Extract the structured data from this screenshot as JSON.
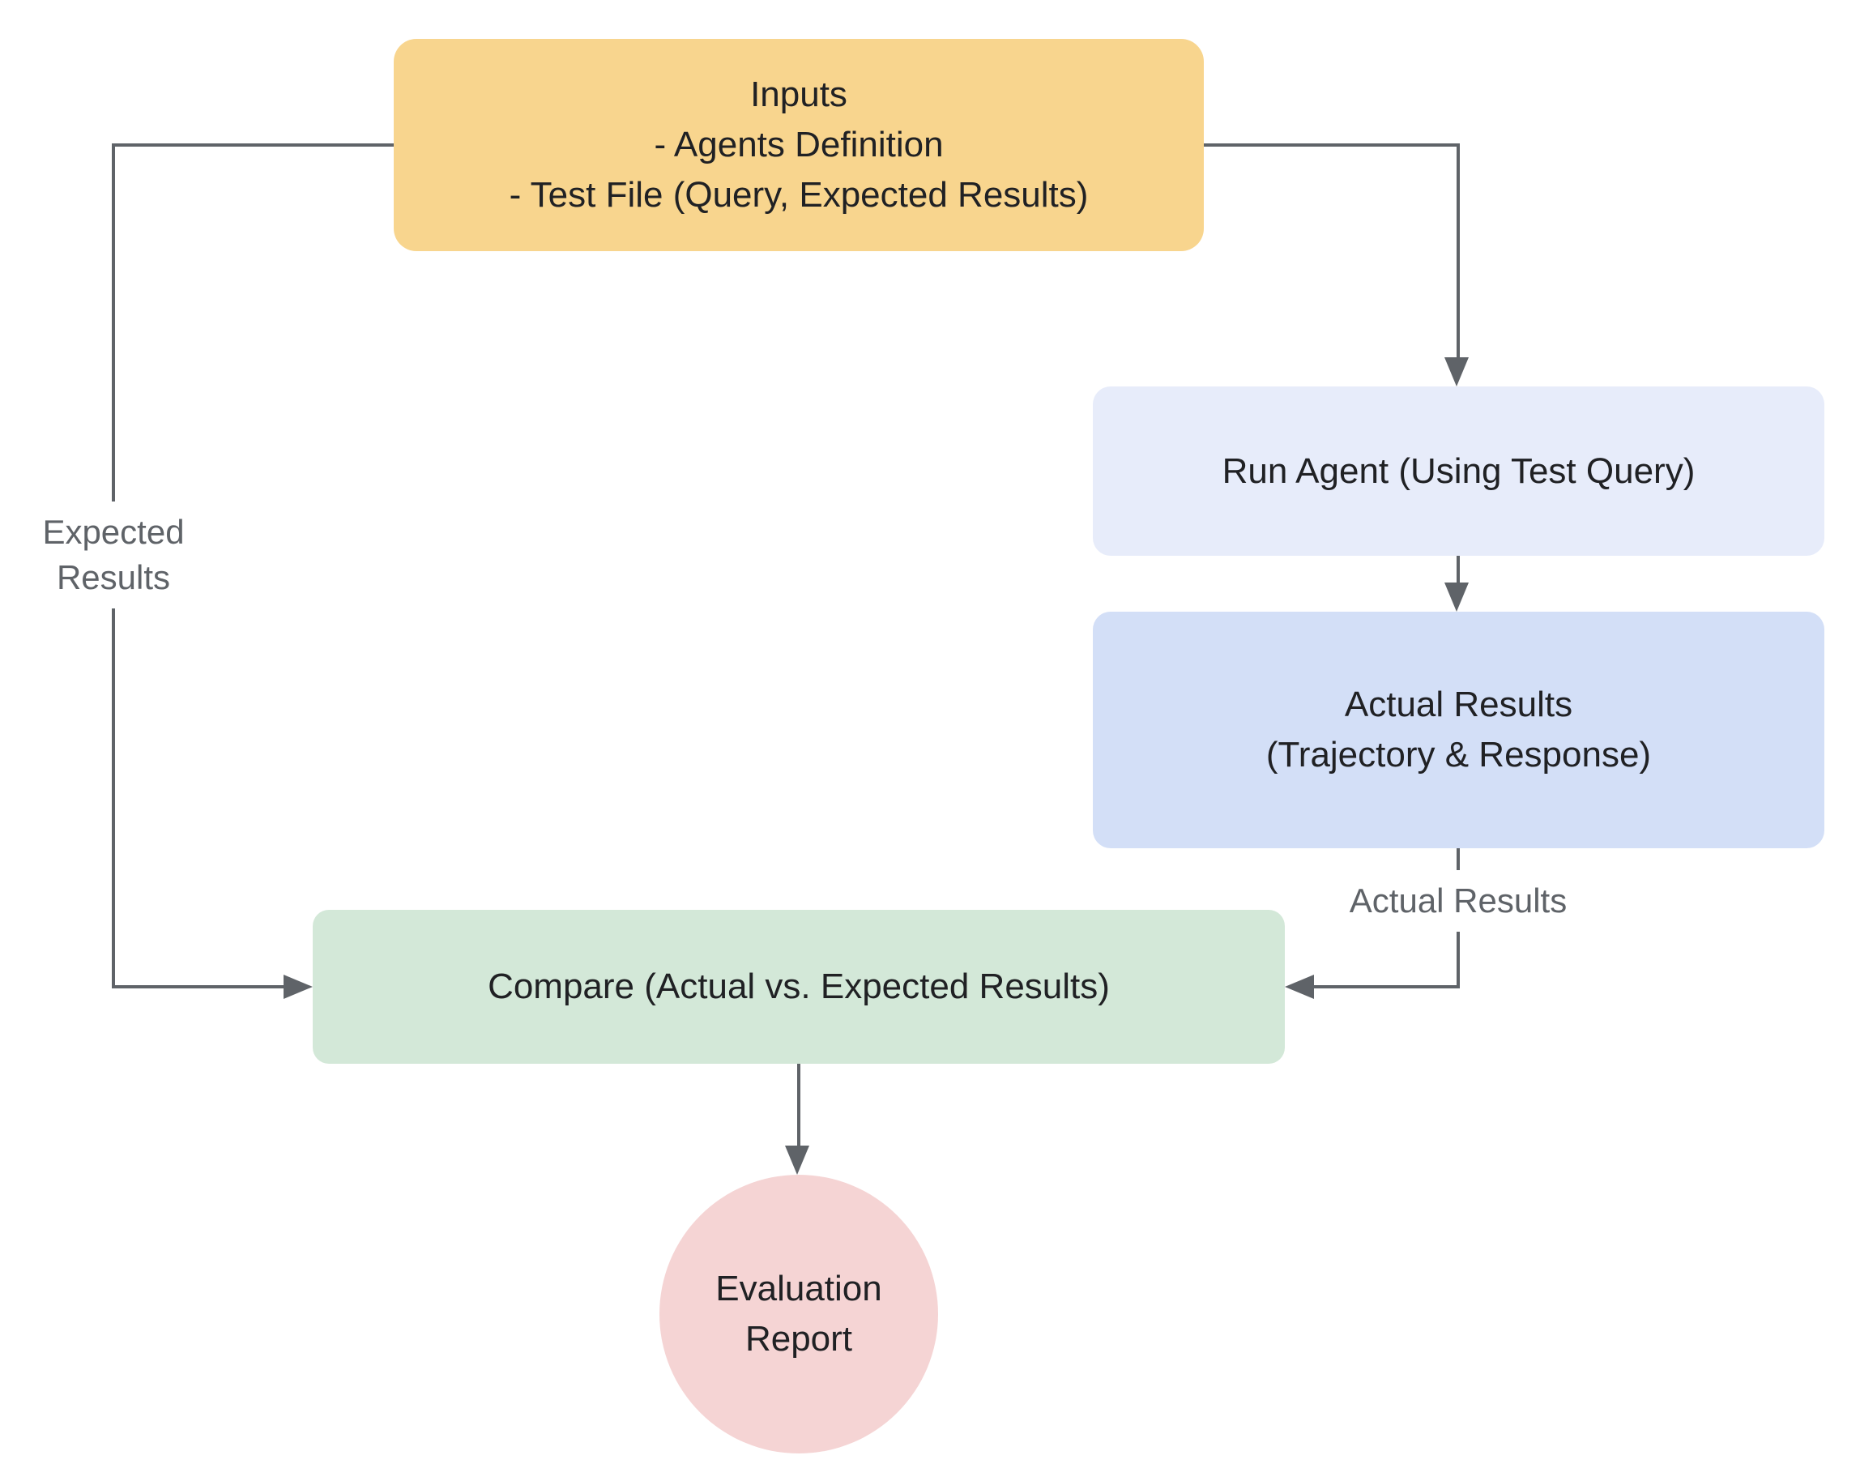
{
  "diagram": {
    "background": "#FFFFFF",
    "connector_color": "#5F6368",
    "node_text_color": "#202124",
    "label_text_color": "#5F6368",
    "nodes": {
      "inputs": {
        "line1": "Inputs",
        "line2": "- Agents Definition",
        "line3": "- Test File (Query, Expected Results)",
        "fill": "#F8D58E"
      },
      "run_agent": {
        "label": "Run Agent (Using Test Query)",
        "fill": "#E7ECFA"
      },
      "actual_results": {
        "line1": "Actual Results",
        "line2": "(Trajectory & Response)",
        "fill": "#D3DFF7"
      },
      "compare": {
        "label": "Compare (Actual vs. Expected Results)",
        "fill": "#D3E8D8"
      },
      "evaluation_report": {
        "line1": "Evaluation",
        "line2": "Report",
        "fill": "#F5D4D4"
      }
    },
    "edge_labels": {
      "expected_results_line1": "Expected",
      "expected_results_line2": "Results",
      "actual_results": "Actual Results"
    }
  }
}
